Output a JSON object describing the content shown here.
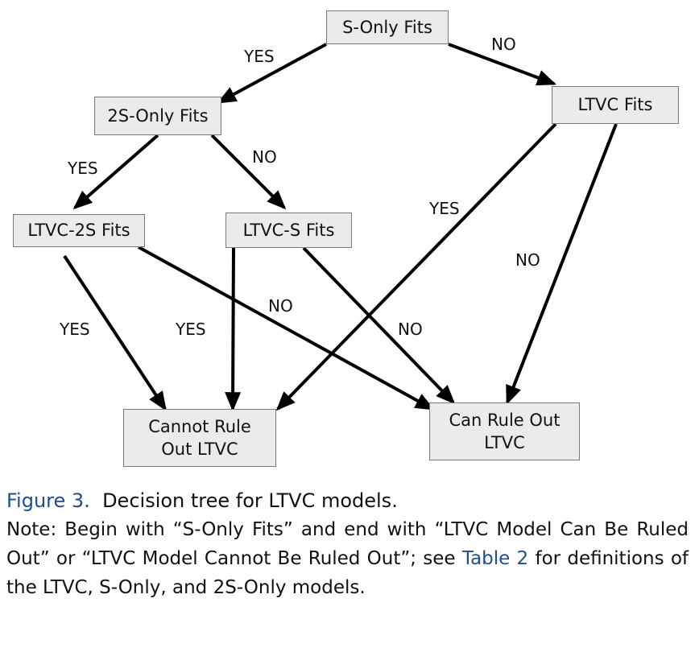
{
  "diagram": {
    "nodes": {
      "s_only": "S-Only Fits",
      "ltvc": "LTVC Fits",
      "two_s_only": "2S-Only Fits",
      "ltvc_2s": "LTVC-2S Fits",
      "ltvc_s": "LTVC-S Fits",
      "cannot_rule_out_line1": "Cannot Rule",
      "cannot_rule_out_line2": "Out LTVC",
      "can_rule_out_line1": "Can Rule Out",
      "can_rule_out_line2": "LTVC"
    },
    "edges": {
      "s_only_yes": "YES",
      "s_only_no": "NO",
      "two_s_yes": "YES",
      "two_s_no": "NO",
      "ltvc_yes": "YES",
      "ltvc_no": "NO",
      "ltvc_2s_yes": "YES",
      "ltvc_2s_no": "NO",
      "ltvc_s_yes": "YES",
      "ltvc_s_no": "NO"
    }
  },
  "caption": {
    "figure_label": "Figure 3.",
    "figure_title": "Decision tree for LTVC models.",
    "note_before_link": "Note: Begin with “S-Only Fits” and end with “LTVC Model Can Be Ruled Out” or “LTVC Model Cannot Be Ruled Out”; see",
    "note_link": "Table 2",
    "note_after_link": "for definitions of the LTVC, S-Only, and 2S-Only models."
  },
  "colors": {
    "node_fill": "#ebebeb",
    "node_border": "#7a7a7a",
    "arrow": "#000000",
    "caption_accent": "#1f4e8c"
  }
}
